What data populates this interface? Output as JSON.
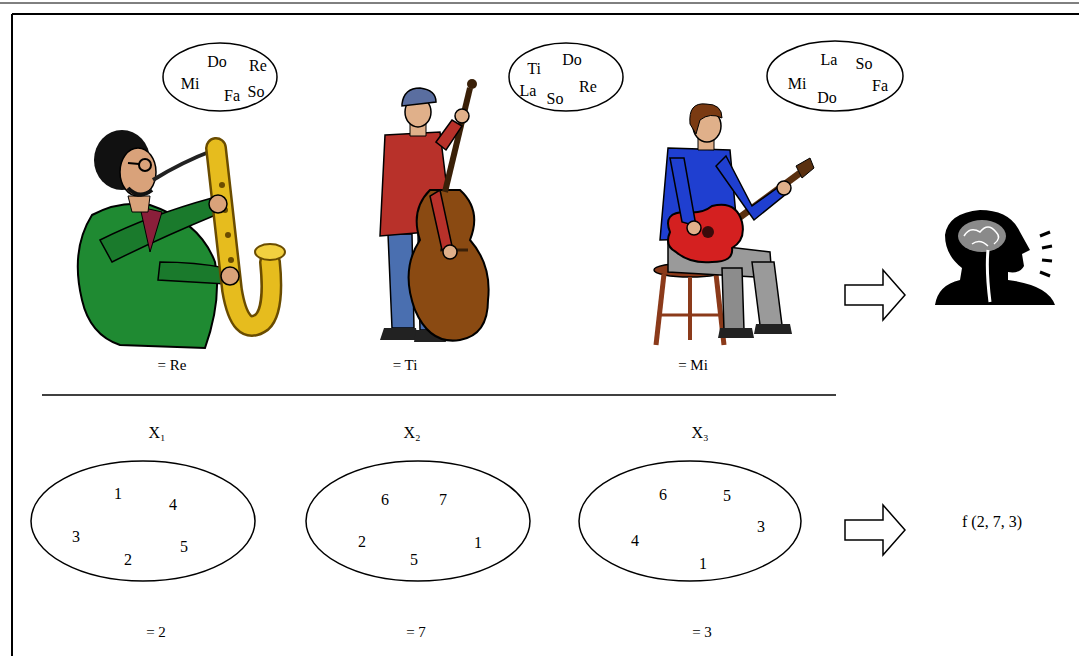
{
  "diagram": {
    "nodes": [
      {
        "text": [
          "Do",
          "Re",
          "Mi",
          "Fa",
          "So"
        ]
      },
      {
        "text": [
          "Ti",
          "Do",
          "La",
          "So",
          "Re"
        ]
      },
      {
        "text": [
          "La",
          "So",
          "Mi",
          "Do",
          "Fa"
        ]
      },
      {
        "text": [
          "1",
          "4",
          "3",
          "2",
          "5"
        ]
      },
      {
        "text": [
          "6",
          "7",
          "2",
          "5",
          "1"
        ]
      },
      {
        "text": [
          "6",
          "5",
          "4",
          "3",
          "1"
        ]
      }
    ],
    "labels": [
      "= Re",
      "= Ti",
      "= Mi",
      "X₁",
      "X₂",
      "X₃",
      "= 2",
      "= 7",
      "= 3",
      "f (2, 7, 3)"
    ]
  }
}
